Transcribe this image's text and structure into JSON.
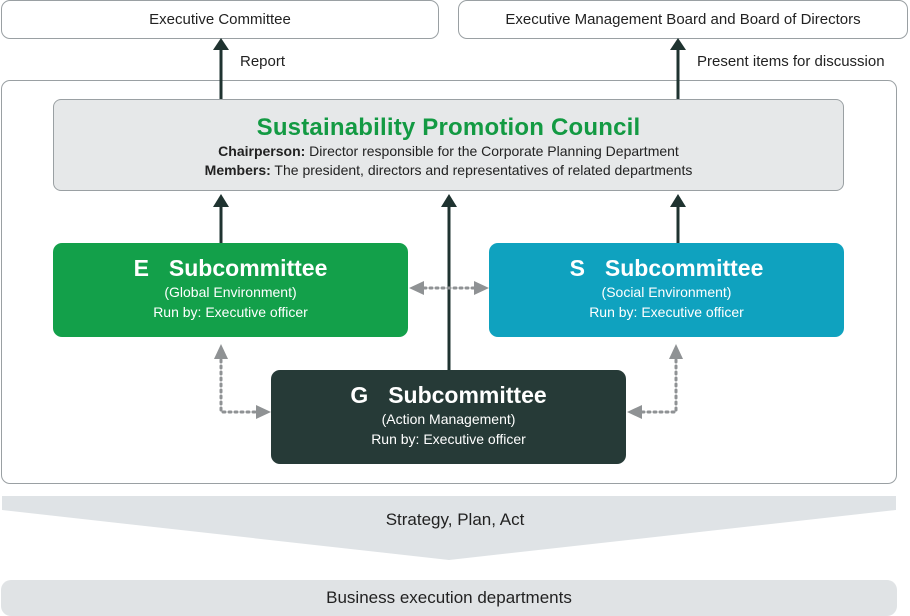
{
  "top": {
    "executive_committee": "Executive Committee",
    "executive_board": "Executive Management Board and Board of Directors"
  },
  "arrows": {
    "report_label": "Report",
    "present_label": "Present items for discussion"
  },
  "council": {
    "title": "Sustainability Promotion Council",
    "chair_label": "Chairperson:",
    "chair_text": " Director responsible for the Corporate Planning Department",
    "members_label": "Members:",
    "members_text": " The president, directors and representatives of related departments"
  },
  "subcommittees": {
    "e": {
      "letter": "E",
      "name": "Subcommittee",
      "area": "(Global Environment)",
      "run_by": "Run by: Executive officer",
      "color": "#13a04a"
    },
    "s": {
      "letter": "S",
      "name": "Subcommittee",
      "area": "(Social Environment)",
      "run_by": "Run by: Executive officer",
      "color": "#0fa2bf"
    },
    "g": {
      "letter": "G",
      "name": "Subcommittee",
      "area": "(Action Management)",
      "run_by": "Run by: Executive officer",
      "color": "#263a37"
    }
  },
  "bottom": {
    "strategy": "Strategy, Plan, Act",
    "business": "Business execution departments"
  },
  "colors": {
    "council_title": "#139a43",
    "arrow_dark": "#1f3330",
    "dotted_arrow": "#8f9294",
    "chevron": "#dfe3e6"
  }
}
